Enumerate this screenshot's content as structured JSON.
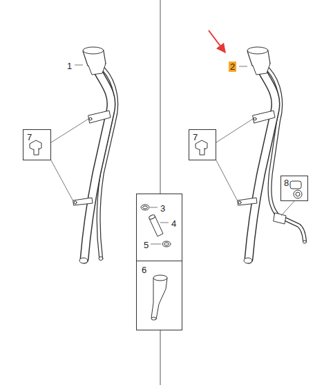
{
  "diagram": {
    "nodes": [
      {
        "text": [
          "7"
        ]
      },
      {
        "text": [
          "7"
        ]
      },
      {
        "text": [
          "8"
        ]
      },
      {
        "text": [
          "3",
          "4",
          "5"
        ]
      },
      {
        "text": [
          "6"
        ]
      }
    ],
    "labels": [
      "1",
      "2"
    ]
  }
}
